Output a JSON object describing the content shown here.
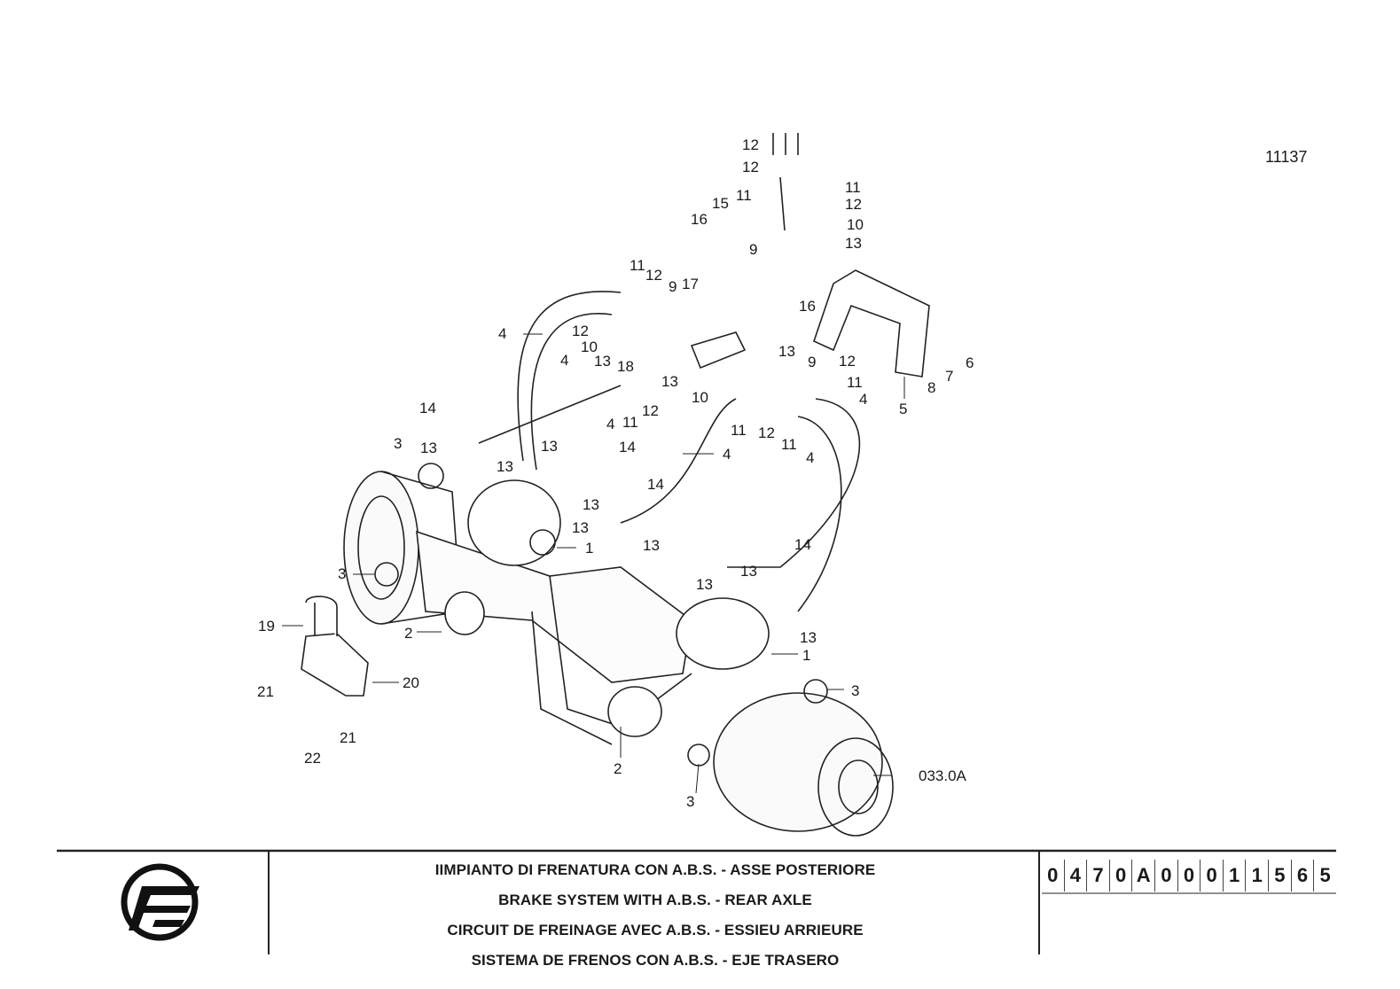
{
  "drawing_number": "11137",
  "group_ref": "033.0A",
  "part_labels": [
    "1",
    "2",
    "3",
    "4",
    "5",
    "6",
    "7",
    "8",
    "9",
    "10",
    "11",
    "12",
    "13",
    "14",
    "15",
    "16",
    "17",
    "18",
    "19",
    "20",
    "21",
    "22"
  ],
  "titles": [
    "IIMPIANTO DI FRENATURA CON A.B.S. - ASSE POSTERIORE",
    "BRAKE SYSTEM WITH A.B.S. - REAR AXLE",
    "CIRCUIT DE FREINAGE AVEC A.B.S. - ESSIEU ARRIEURE",
    "SISTEMA DE FRENOS CON A.B.S. - EJE TRASERO"
  ],
  "code_digits": [
    "0",
    "4",
    "7",
    "0",
    "A",
    "0",
    "0",
    "0",
    "1",
    "1",
    "5",
    "6",
    "5"
  ],
  "logo": "brand-logo"
}
